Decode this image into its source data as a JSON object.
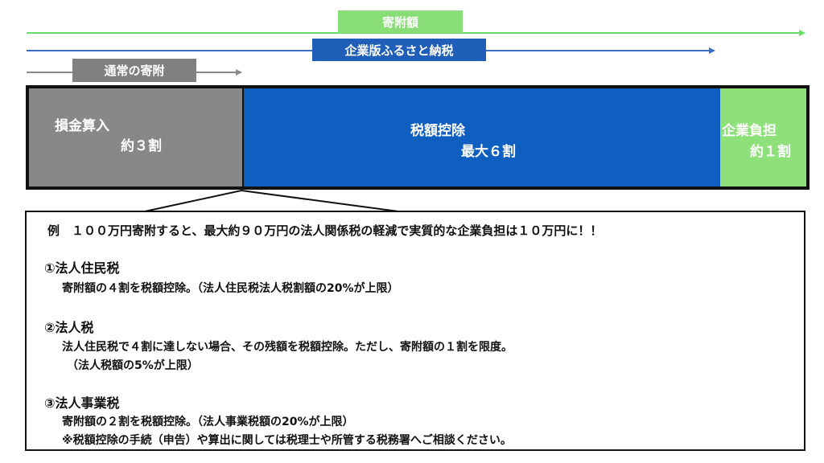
{
  "colors": {
    "green": "#00cc33",
    "green_label": "#88dd77",
    "blue": "#1f5fb8",
    "blue_bar": "#0f5fc0",
    "gray": "#888888",
    "gray_label": "#808080",
    "green_bar": "#8ee07a"
  },
  "arrows": {
    "donation_amount": "寄附額",
    "corporate_furusato": "企業版ふるさと納税",
    "normal_donation": "通常の寄附"
  },
  "bar": {
    "deduction": {
      "line1": "損金算入",
      "line2": "約３割"
    },
    "tax_credit": {
      "line1": "税額控除",
      "line2": "最大６割"
    },
    "burden": {
      "line1": "企業負担",
      "line2": "約１割"
    }
  },
  "callout": {
    "example": "例　１００万円寄附すると、最大約９０万円の法人関係税の軽減で実質的な企業負担は１０万円に！！",
    "item1_title": "①法人住民税",
    "item1_line1": "寄附額の４割を税額控除。（法人住民税法人税割額の20%が上限）",
    "item2_title": "②法人税",
    "item2_line1": "法人住民税で４割に達しない場合、その残額を税額控除。ただし、寄附額の１割を限度。",
    "item2_line2": "（法人税額の5%が上限）",
    "item3_title": "③法人事業税",
    "item3_line1": "寄附額の２割を税額控除。（法人事業税額の20%が上限）",
    "item3_line2": "※税額控除の手続（申告）や算出に関しては税理士や所管する税務署へご相談ください。"
  }
}
